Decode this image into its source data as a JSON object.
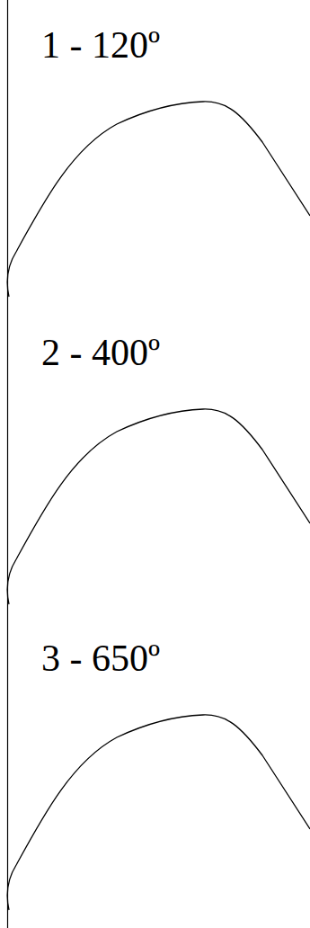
{
  "diagram": {
    "labels": [
      "1 - 120º",
      "2 - 400º",
      "3 - 650º"
    ]
  }
}
